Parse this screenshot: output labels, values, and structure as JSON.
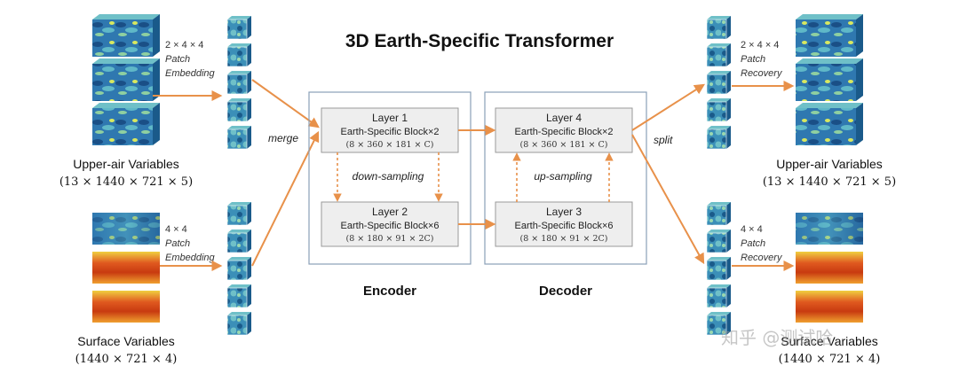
{
  "title": "3D Earth-Specific Transformer",
  "inputs": {
    "upper": {
      "patch_size": "2 × 4 × 4",
      "patch_op_line1": "Patch",
      "patch_op_line2": "Embedding",
      "label": "Upper-air Variables",
      "shape": "(13 × 1440 × 721 × 5)"
    },
    "surface": {
      "patch_size": "4 × 4",
      "patch_op_line1": "Patch",
      "patch_op_line2": "Embedding",
      "label": "Surface Variables",
      "shape": "(1440 × 721 × 4)"
    }
  },
  "outputs": {
    "upper": {
      "patch_size": "2 × 4 × 4",
      "patch_op_line1": "Patch",
      "patch_op_line2": "Recovery",
      "label": "Upper-air Variables",
      "shape": "(13 × 1440 × 721 × 5)"
    },
    "surface": {
      "patch_size": "4 × 4",
      "patch_op_line1": "Patch",
      "patch_op_line2": "Recovery",
      "label": "Surface Variables",
      "shape": "(1440 × 721 × 4)"
    }
  },
  "merge_label": "merge",
  "split_label": "split",
  "encoder": {
    "title": "Encoder",
    "layer1": {
      "name": "Layer 1",
      "block": "Earth-Specific Block×2",
      "shape": "(8 × 360 × 181 × C)"
    },
    "layer2": {
      "name": "Layer 2",
      "block": "Earth-Specific Block×6",
      "shape": "(8 × 180 × 91 × 2C)"
    },
    "sampling": "down-sampling"
  },
  "decoder": {
    "title": "Decoder",
    "layer4": {
      "name": "Layer 4",
      "block": "Earth-Specific Block×2",
      "shape": "(8 × 360 × 181 × C)"
    },
    "layer3": {
      "name": "Layer 3",
      "block": "Earth-Specific Block×6",
      "shape": "(8 × 180 × 91 × 2C)"
    },
    "sampling": "up-sampling"
  },
  "watermark": "知乎 @测试哈",
  "colors": {
    "arrow": "#e8914a",
    "box_stroke": "#8aa0b8",
    "layer_fill": "#eeeeee",
    "layer_stroke": "#999999",
    "cube_dark": "#1a5a8a",
    "cube_light": "#6fc0c8",
    "surface_warm": "#e05a20",
    "surface_yellow": "#f0d040"
  }
}
